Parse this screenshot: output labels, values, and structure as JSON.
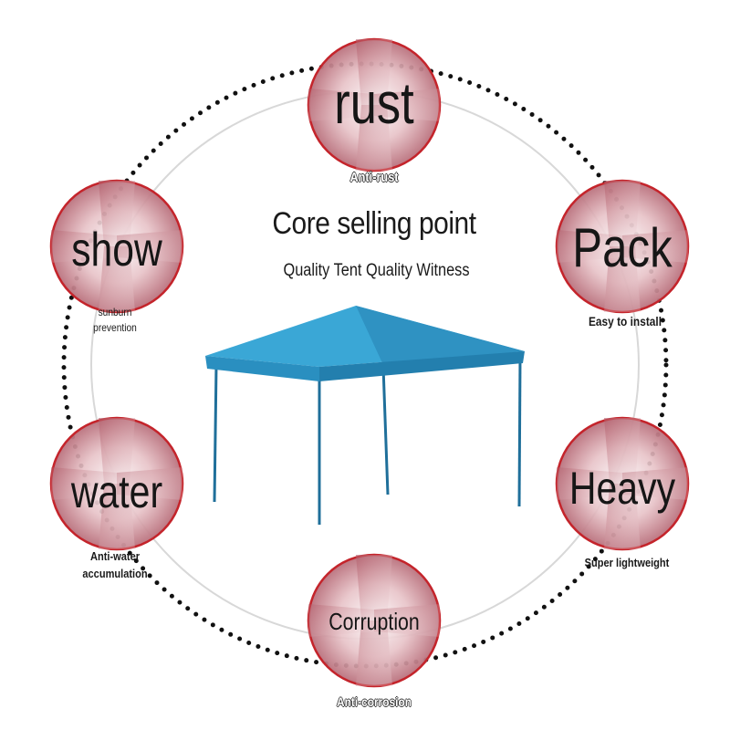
{
  "center": {
    "title": "Core selling point",
    "subtitle": "Quality Tent Quality Witness"
  },
  "badges": [
    {
      "word": "rust",
      "caption": "Anti-rust"
    },
    {
      "word": "Pack",
      "caption": "Easy to install"
    },
    {
      "word": "Heavy",
      "caption": "Super lightweight"
    },
    {
      "word": "Corruption",
      "caption": "Anti-corrosion"
    },
    {
      "word": "water",
      "caption_line1": "Anti-water",
      "caption_line2": "accumulation"
    },
    {
      "word": "show",
      "caption_line1": "sunburn",
      "caption_line2": "prevention"
    }
  ],
  "colors": {
    "ring": "#d8d8d8",
    "dots": "#111111",
    "badge_rim": "#c4242b",
    "badge_blush": "#c98a93",
    "tent_canopy": "#3aa7d6",
    "tent_frame": "#1f6f9a"
  },
  "icons": [
    "tent-image"
  ]
}
